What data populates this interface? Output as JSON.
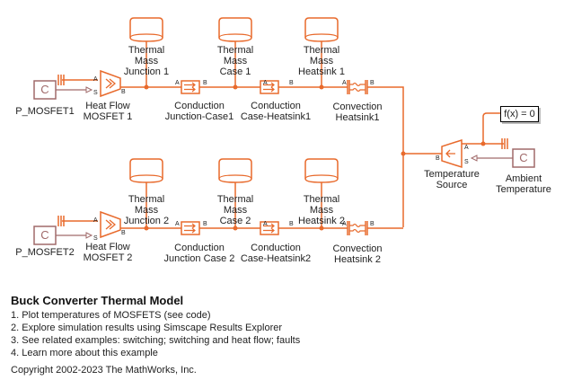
{
  "model": {
    "title": "Buck Converter Thermal Model",
    "notes": [
      "1. Plot temperatures of MOSFETS (see code)",
      "2. Explore simulation results using Simscape Results Explorer",
      "3. See related examples: switching; switching and heat flow; faults",
      "4. Learn more about this example"
    ],
    "copyright": "Copyright 2002-2023 The MathWorks, Inc."
  },
  "colors": {
    "thermal_line": "#e86a2c",
    "signal_line": "#a06a6a",
    "constant_block": "#a06a6a"
  },
  "blocks": {
    "p_mosfet1": {
      "label": "P_MOSFET1",
      "glyph": "C"
    },
    "p_mosfet2": {
      "label": "P_MOSFET2",
      "glyph": "C"
    },
    "heat_flow1": {
      "label": "Heat Flow\nMOSFET 1"
    },
    "heat_flow2": {
      "label": "Heat Flow\nMOSFET 2"
    },
    "tm_junction1": {
      "label": "Thermal\nMass\nJunction 1"
    },
    "tm_case1": {
      "label": "Thermal\nMass\nCase 1"
    },
    "tm_heatsink1": {
      "label": "Thermal\nMass\nHeatsink 1"
    },
    "tm_junction2": {
      "label": "Thermal\nMass\nJunction 2"
    },
    "tm_case2": {
      "label": "Thermal\nMass\nCase 2"
    },
    "tm_heatsink2": {
      "label": "Thermal\nMass\nHeatsink 2"
    },
    "cond_jc1": {
      "label": "Conduction\nJunction-Case1"
    },
    "cond_ch1": {
      "label": "Conduction\nCase-Heatsink1"
    },
    "conv_hs1": {
      "label": "Convection\nHeatsink1"
    },
    "cond_jc2": {
      "label": "Conduction\nJunction Case 2"
    },
    "cond_ch2": {
      "label": "Conduction\nCase-Heatsink2"
    },
    "conv_hs2": {
      "label": "Convection\nHeatsink 2"
    },
    "temp_source": {
      "label": "Temperature\nSource"
    },
    "ambient_temp": {
      "label": "Ambient\nTemperature",
      "glyph": "C"
    },
    "solver_config": {
      "label": "f(x) = 0"
    }
  },
  "ports": {
    "a": "A",
    "b": "B",
    "s": "S"
  }
}
